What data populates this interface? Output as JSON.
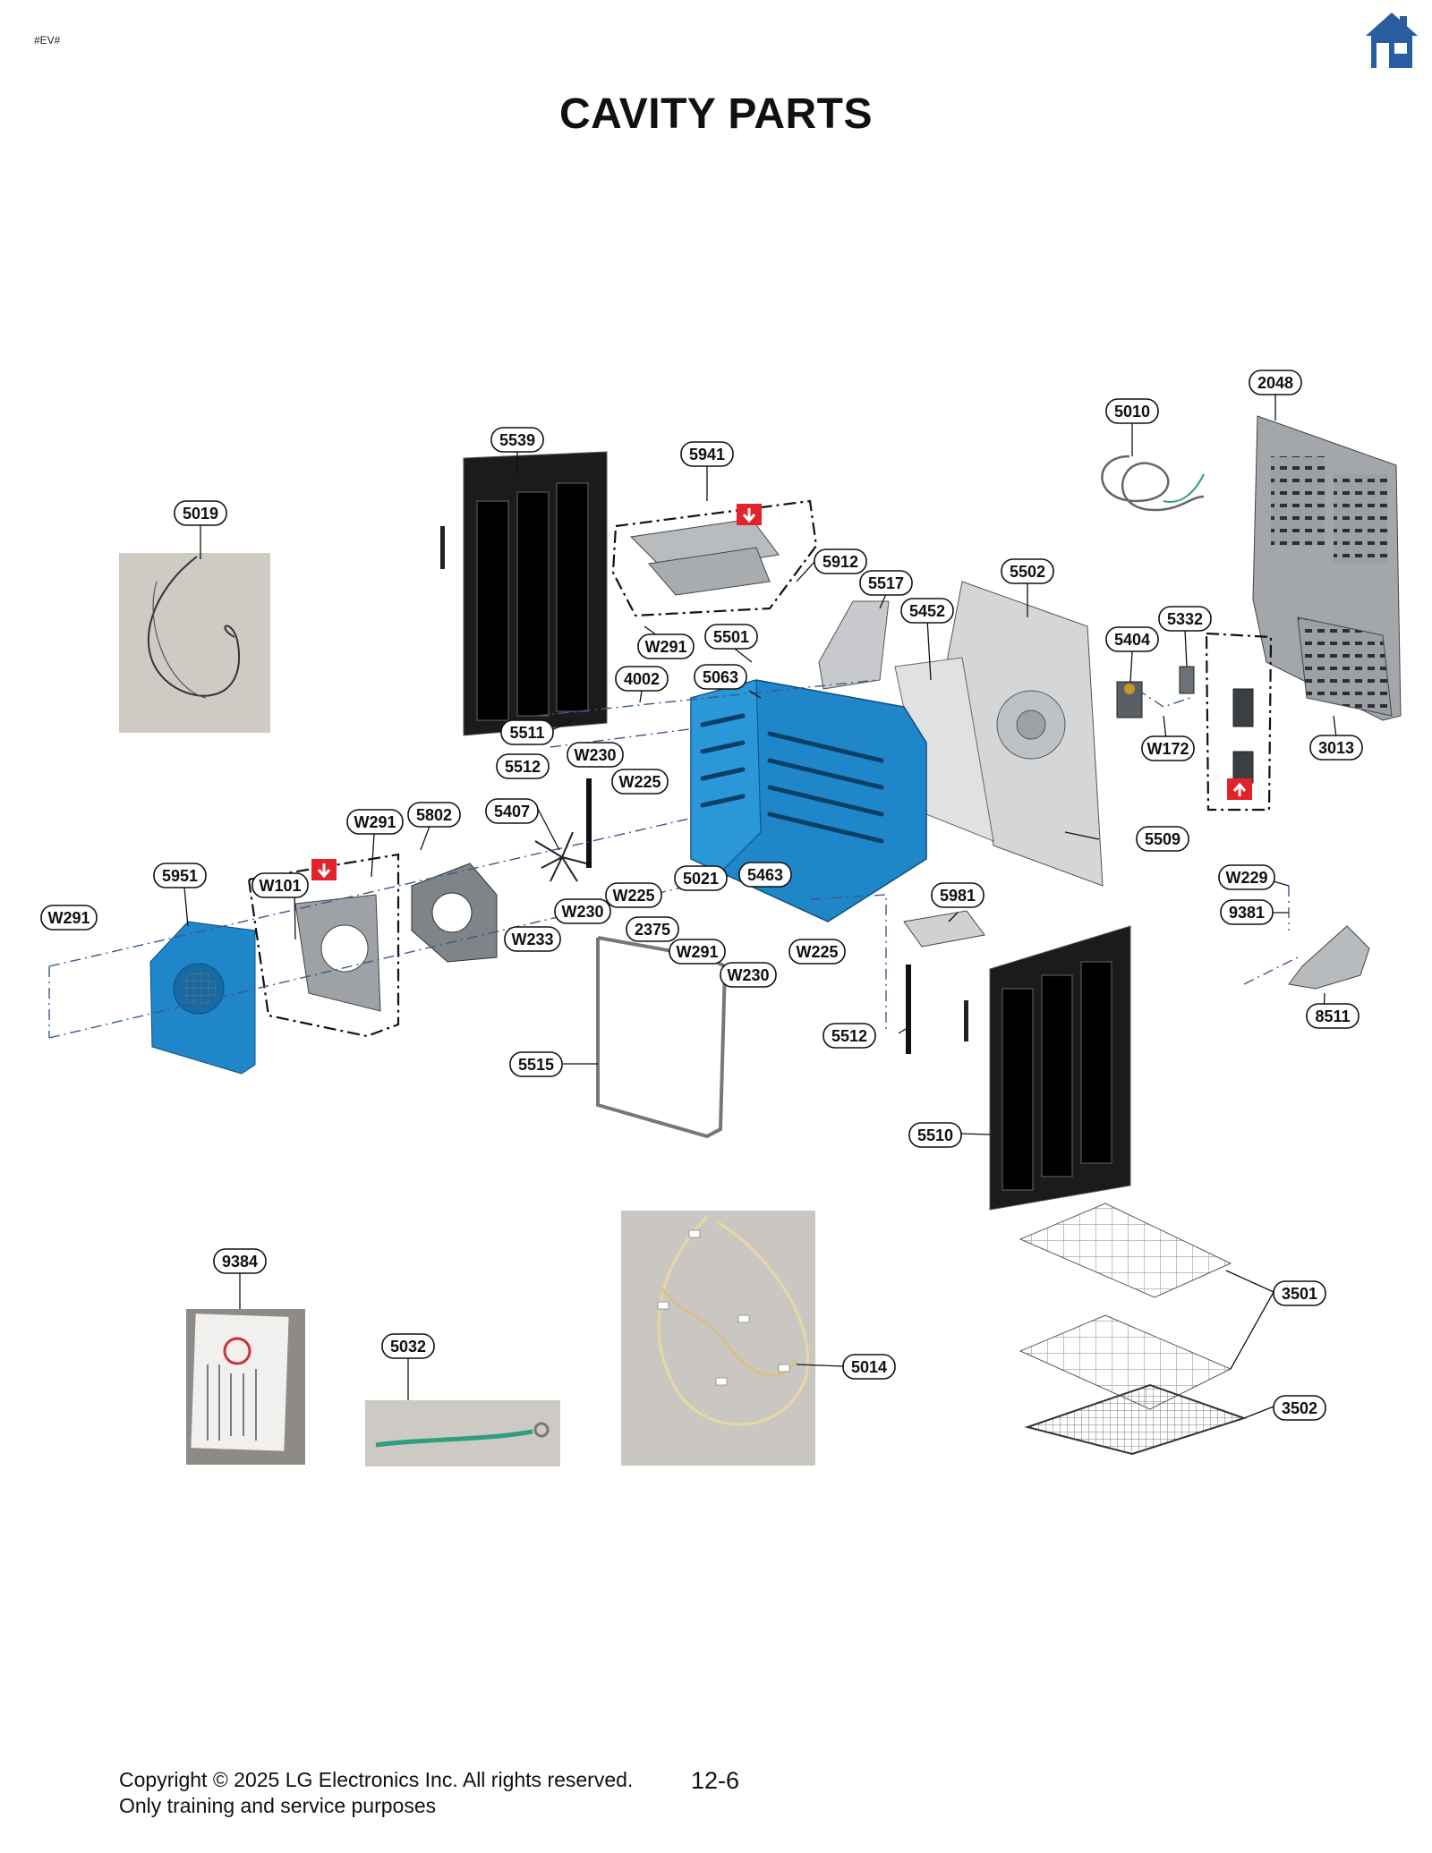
{
  "header": {
    "tag": "#EV#",
    "home_icon": "home-icon"
  },
  "title": "CAVITY PARTS",
  "colors": {
    "part_blue": "#1f86c9",
    "arrow_red": "#e2232a",
    "home_blue": "#2a5d9f"
  },
  "callouts": {
    "c2048": "2048",
    "c5010": "5010",
    "c5539": "5539",
    "c5941": "5941",
    "c5019": "5019",
    "c5912": "5912",
    "c5517": "5517",
    "c5502": "5502",
    "c5452": "5452",
    "c5332": "5332",
    "c5404": "5404",
    "cW291a": "W291",
    "c5501": "5501",
    "c4002": "4002",
    "c5063": "5063",
    "c5511": "5511",
    "cW172": "W172",
    "c3013": "3013",
    "cW230a": "W230",
    "c5512a": "5512",
    "cW225a": "W225",
    "c5407": "5407",
    "c5802": "5802",
    "cW291b": "W291",
    "c5509": "5509",
    "c5951": "5951",
    "cW101": "W101",
    "cW225b": "W225",
    "c5021": "5021",
    "c5463": "5463",
    "cW229": "W229",
    "cW291c": "W291",
    "cW230b": "W230",
    "c5981": "5981",
    "cW233": "W233",
    "c2375": "2375",
    "cW291d": "W291",
    "cW225c": "W225",
    "c9381": "9381",
    "cW230c": "W230",
    "c8511": "8511",
    "c5512b": "5512",
    "c5515": "5515",
    "c5510": "5510",
    "c9384": "9384",
    "c3501": "3501",
    "c5032": "5032",
    "c5014": "5014",
    "c3502": "3502"
  },
  "footer": {
    "line1": "Copyright © 2025 LG Electronics Inc. All rights reserved.",
    "line2": "Only training and service purposes",
    "page": "12-6"
  }
}
